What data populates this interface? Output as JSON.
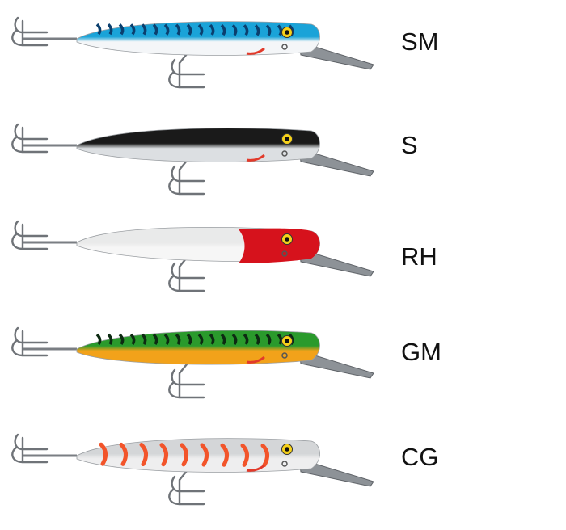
{
  "lures": [
    {
      "code": "SM",
      "back": "#1aa3d8",
      "belly": "#f4f6f8",
      "head": "#1aa3d8",
      "pattern": "mackerel",
      "pattern_color": "#0b3f6e"
    },
    {
      "code": "S",
      "back": "#1a1a1a",
      "belly": "#dcdfe2",
      "head": "#1a1a1a",
      "pattern": "plain",
      "pattern_color": "#1a1a1a"
    },
    {
      "code": "RH",
      "back": "#e9eaea",
      "belly": "#f6f6f6",
      "head": "#d6121c",
      "pattern": "redhead",
      "pattern_color": "#d6121c"
    },
    {
      "code": "GM",
      "back": "#2a9a2c",
      "belly": "#f2a21a",
      "head": "#2a9a2c",
      "pattern": "mackerel",
      "pattern_color": "#0d2a12"
    },
    {
      "code": "CG",
      "back": "#d4d6d8",
      "belly": "#eeeeef",
      "head": "#d4d6d8",
      "pattern": "bars",
      "pattern_color": "#f2542a"
    }
  ]
}
